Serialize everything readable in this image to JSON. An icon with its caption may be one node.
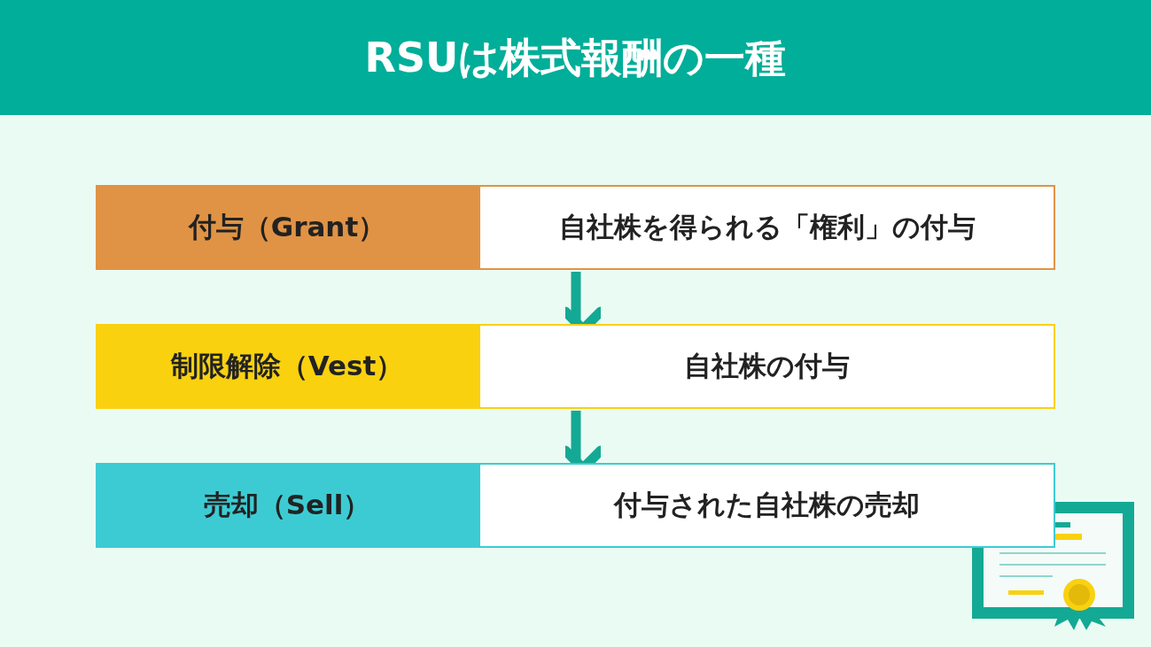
{
  "diagram": {
    "title": "RSUは株式報酬の一種",
    "nodes": [
      {
        "text": [
          "付与（Grant）"
        ]
      },
      {
        "text": [
          "自社株を得られる「権利」の付与"
        ]
      },
      {
        "text": [
          "制限解除（Vest）"
        ]
      },
      {
        "text": [
          "自社株の付与"
        ]
      },
      {
        "text": [
          "売却（Sell）"
        ]
      },
      {
        "text": [
          "付与された自社株の売却"
        ]
      }
    ],
    "edges": [
      {
        "from": 1,
        "to": 3,
        "arrow": "to"
      },
      {
        "from": 3,
        "to": 5,
        "arrow": "to"
      }
    ]
  }
}
